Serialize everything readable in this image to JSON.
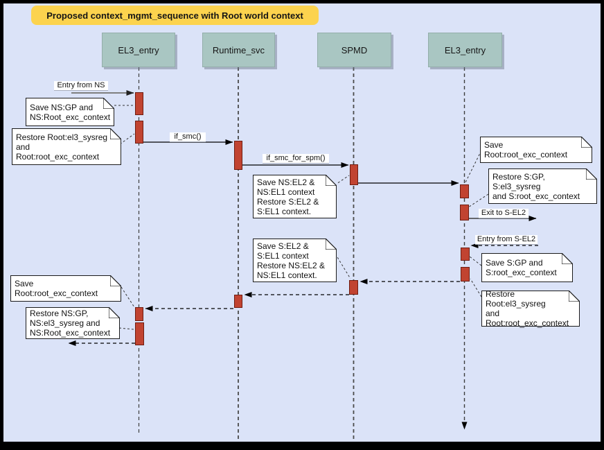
{
  "diagram": {
    "title": "Proposed context_mgmt_sequence with Root world context",
    "colors": {
      "background": "#dbe3f8",
      "frame": "#000000",
      "title_bg": "#fcd34e",
      "lifeline_header_bg": "#a9c6c2",
      "activation_fill": "#c14331",
      "activation_border": "#6e1c10",
      "note_bg": "#ffffff"
    },
    "lifelines": [
      {
        "label": "EL3_entry"
      },
      {
        "label": "Runtime_svc"
      },
      {
        "label": "SPMD"
      },
      {
        "label": "EL3_entry"
      }
    ],
    "messages": [
      {
        "label": "Entry from NS",
        "from": "external",
        "to": "EL3_entry",
        "style": "solid"
      },
      {
        "label": "if_smc()",
        "from": "EL3_entry",
        "to": "Runtime_svc",
        "style": "solid"
      },
      {
        "label": "if_smc_for_spm()",
        "from": "Runtime_svc",
        "to": "SPMD",
        "style": "solid"
      },
      {
        "label": "",
        "from": "SPMD",
        "to": "EL3_entry",
        "style": "solid"
      },
      {
        "label": "Exit to S-EL2",
        "from": "EL3_entry",
        "to": "external",
        "style": "solid"
      },
      {
        "label": "Entry from S-EL2",
        "from": "external",
        "to": "EL3_entry",
        "style": "dashed"
      },
      {
        "label": "",
        "from": "EL3_entry",
        "to": "SPMD",
        "style": "dashed"
      },
      {
        "label": "",
        "from": "SPMD",
        "to": "Runtime_svc",
        "style": "dashed"
      },
      {
        "label": "",
        "from": "Runtime_svc",
        "to": "EL3_entry",
        "style": "dashed"
      },
      {
        "label": "",
        "from": "EL3_entry",
        "to": "external",
        "style": "dashed"
      }
    ],
    "notes": [
      {
        "text": "Save NS:GP and\nNS:Root_exc_context"
      },
      {
        "text": "Restore Root:el3_sysreg\nand\nRoot:root_exc_context"
      },
      {
        "text": "Save NS:EL2 &\nNS:EL1 context\nRestore S:EL2 &\nS:EL1 context."
      },
      {
        "text": "Save Root:root_exc_context"
      },
      {
        "text": "Restore S:GP, S:el3_sysreg\nand S:root_exc_context"
      },
      {
        "text": "Save S:EL2 &\nS:EL1 context\nRestore NS:EL2 &\nNS:EL1 context."
      },
      {
        "text": "Save S:GP and\nS:root_exc_context"
      },
      {
        "text": "Restore Root:el3_sysreg\nand\nRoot:root_exc_context"
      },
      {
        "text": "Save Root:root_exc_context"
      },
      {
        "text": "Restore NS:GP,\nNS:el3_sysreg and\nNS:Root_exc_context"
      }
    ]
  }
}
